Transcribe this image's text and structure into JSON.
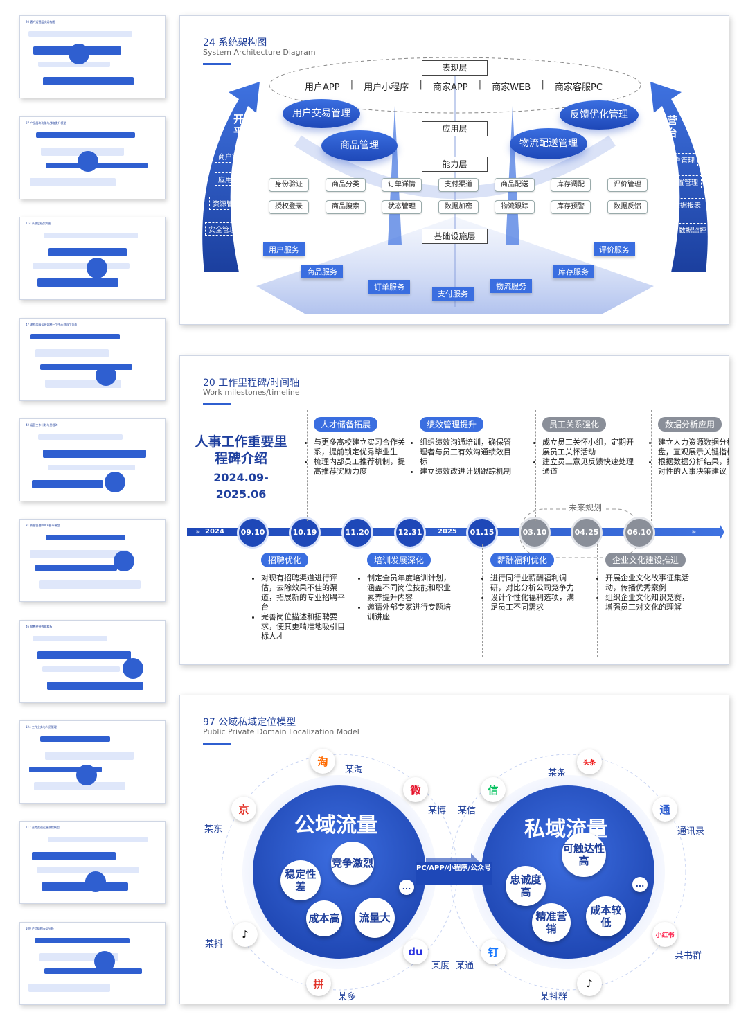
{
  "thumbs": [
    {
      "title": "20 客户运营层次架构图"
    },
    {
      "title": "27 产品层次功能与战略提升模型"
    },
    {
      "title": "114 系统层级架构图"
    },
    {
      "title": "47 流程层级运营体制一个中心到四个方面"
    },
    {
      "title": "42 运营工作计划与里程碑"
    },
    {
      "title": "81 质量管理PDCA循环模型"
    },
    {
      "title": "46 销售经营数据看板"
    },
    {
      "title": "124 工作业务与人员管理"
    },
    {
      "title": "117 业务渠道运营流程模型"
    },
    {
      "title": "100 产品结构云层分析"
    }
  ],
  "arch": {
    "title": "24 系统架构图",
    "subtitle": "System Architecture Diagram",
    "layer_presentation": "表现层",
    "layer_application": "应用层",
    "layer_capability": "能力层",
    "layer_infra": "基础设施层",
    "frontends": [
      "用户APP",
      "用户小程序",
      "商家APP",
      "商家WEB",
      "商家客服PC"
    ],
    "pill_user_trade": "用户交易管理",
    "pill_goods": "商品管理",
    "pill_logistics": "物流配送管理",
    "pill_feedback": "反馈优化管理",
    "left_side_title": "开放\n平台",
    "left_side_items": [
      "商户管理",
      "应用管理",
      "资源管理",
      "安全管理"
    ],
    "right_side_title": "运营\n后台",
    "right_side_items": [
      "用户管理",
      "配置管理",
      "数据报表",
      "数据监控"
    ],
    "modules_row1": [
      "身份验证",
      "商品分类",
      "订单详情",
      "支付渠道",
      "商品配送",
      "库存调配",
      "评价管理"
    ],
    "modules_row2": [
      "授权登录",
      "商品搜索",
      "状态管理",
      "数据加密",
      "物流跟踪",
      "库存预警",
      "数据反馈"
    ],
    "services": [
      "用户服务",
      "商品服务",
      "订单服务",
      "支付服务",
      "物流服务",
      "库存服务",
      "评价服务"
    ]
  },
  "timeline": {
    "title": "20 工作里程碑/时间轴",
    "subtitle": "Work milestones/timeline",
    "heading_line1": "人事工作重要里",
    "heading_line2": "程碑介绍",
    "date_range": "2024.09-2025.06",
    "year_start": "2024",
    "year_mid": "2025",
    "future_label": "未来规划",
    "nodes": [
      "09.10",
      "10.19",
      "11.20",
      "12.31",
      "01.15",
      "03.10",
      "04.25",
      "06.10"
    ],
    "top": [
      {
        "tag": "人才储备拓展",
        "items": [
          "与更多高校建立实习合作关系，提前锁定优秀毕业生",
          "梳理内部员工推荐机制，提高推荐奖励力度"
        ]
      },
      {
        "tag": "绩效管理提升",
        "items": [
          "组织绩效沟通培训，确保管理者与员工有效沟通绩效目标",
          "建立绩效改进计划跟踪机制"
        ]
      },
      {
        "tag": "员工关系强化",
        "items": [
          "成立员工关怀小组，定期开展员工关怀活动",
          "建立员工意见反馈快速处理通道"
        ]
      },
      {
        "tag": "数据分析应用",
        "items": [
          "建立人力资源数据分析仪表盘，直观展示关键指标",
          "根据数据分析结果，提出针对性的人事决策建议"
        ]
      }
    ],
    "bottom": [
      {
        "tag": "招聘优化",
        "items": [
          "对现有招聘渠道进行评估，去除效果不佳的渠道，拓展新的专业招聘平台",
          "完善岗位描述和招聘要求，使其更精准地吸引目标人才"
        ]
      },
      {
        "tag": "培训发展深化",
        "items": [
          "制定全员年度培训计划，涵盖不同岗位技能和职业素养提升内容",
          "邀请外部专家进行专题培训讲座"
        ]
      },
      {
        "tag": "薪酬福利优化",
        "items": [
          "进行同行业薪酬福利调研，对比分析公司竞争力",
          "设计个性化福利选项，满足员工不同需求"
        ]
      },
      {
        "tag": "企业文化建设推进",
        "items": [
          "开展企业文化故事征集活动，传播优秀案例",
          "组织企业文化知识竞赛，增强员工对文化的理解"
        ]
      }
    ]
  },
  "domain": {
    "title": "97 公域私域定位模型",
    "subtitle": "Public Private Domain Localization Model",
    "public_title": "公域流量",
    "private_title": "私域流量",
    "center_label": "PC/APP/小程序/公众号",
    "public_traits": [
      "竞争激烈",
      "稳定性差",
      "成本高",
      "流量大"
    ],
    "private_traits": [
      "可触达性高",
      "忠诚度高",
      "精准营销",
      "成本较低"
    ],
    "more": "...",
    "left_apps": [
      "某淘",
      "某博",
      "某东",
      "某抖",
      "某度",
      "某多"
    ],
    "right_apps": [
      "某条",
      "某信",
      "通讯录",
      "某书群",
      "某通",
      "某抖群"
    ],
    "icons": {
      "taobao": "淘",
      "weibo": "微",
      "jd": "京",
      "douyin": "♪",
      "baidu": "du",
      "pdd": "拼",
      "toutiao": "头条",
      "wechat": "信",
      "contacts": "通",
      "xhs": "小红书",
      "dingtalk": "钉"
    },
    "colors": {
      "primary": "#2f5fd0",
      "dark": "#1e3f9e"
    }
  }
}
